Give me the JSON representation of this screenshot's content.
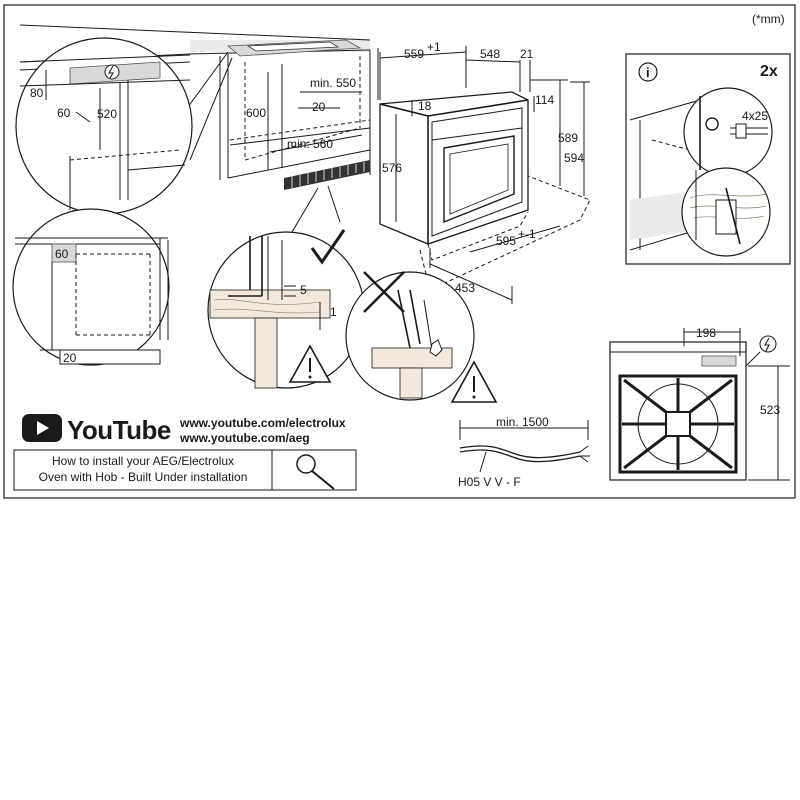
{
  "unit_note": "(*mm)",
  "hob_section": {
    "dim_80": "80",
    "dim_60": "60",
    "dim_520": "520",
    "dim_600": "600",
    "dim_min550": "min. 550",
    "dim_20": "20",
    "dim_min560": "min. 560"
  },
  "oven": {
    "dim_559": "559",
    "dim_559_sup": "+1",
    "dim_548": "548",
    "dim_21": "21",
    "dim_18": "18",
    "dim_114": "114",
    "dim_576": "576",
    "dim_589": "589",
    "dim_594": "594",
    "dim_595": "595",
    "dim_595_sup": "+-1",
    "dim_453": "453"
  },
  "corner_detail": {
    "dim_60": "60",
    "dim_20": "20"
  },
  "gap_detail": {
    "dim_5": "5",
    "dim_1": "1"
  },
  "screw_panel": {
    "count": "2x",
    "screw_size": "4x25",
    "info_icon": "i"
  },
  "hob_top": {
    "dim_198": "198",
    "dim_523": "523"
  },
  "cable": {
    "length": "min. 1500",
    "type": "H05 V V - F"
  },
  "youtube": {
    "logo_text": "YouTube",
    "url_1": "www.youtube.com/electrolux",
    "url_2": "www.youtube.com/aeg",
    "search_line_1": "How to install your AEG/Electrolux",
    "search_line_2": "Oven with Hob - Built Under installation"
  }
}
